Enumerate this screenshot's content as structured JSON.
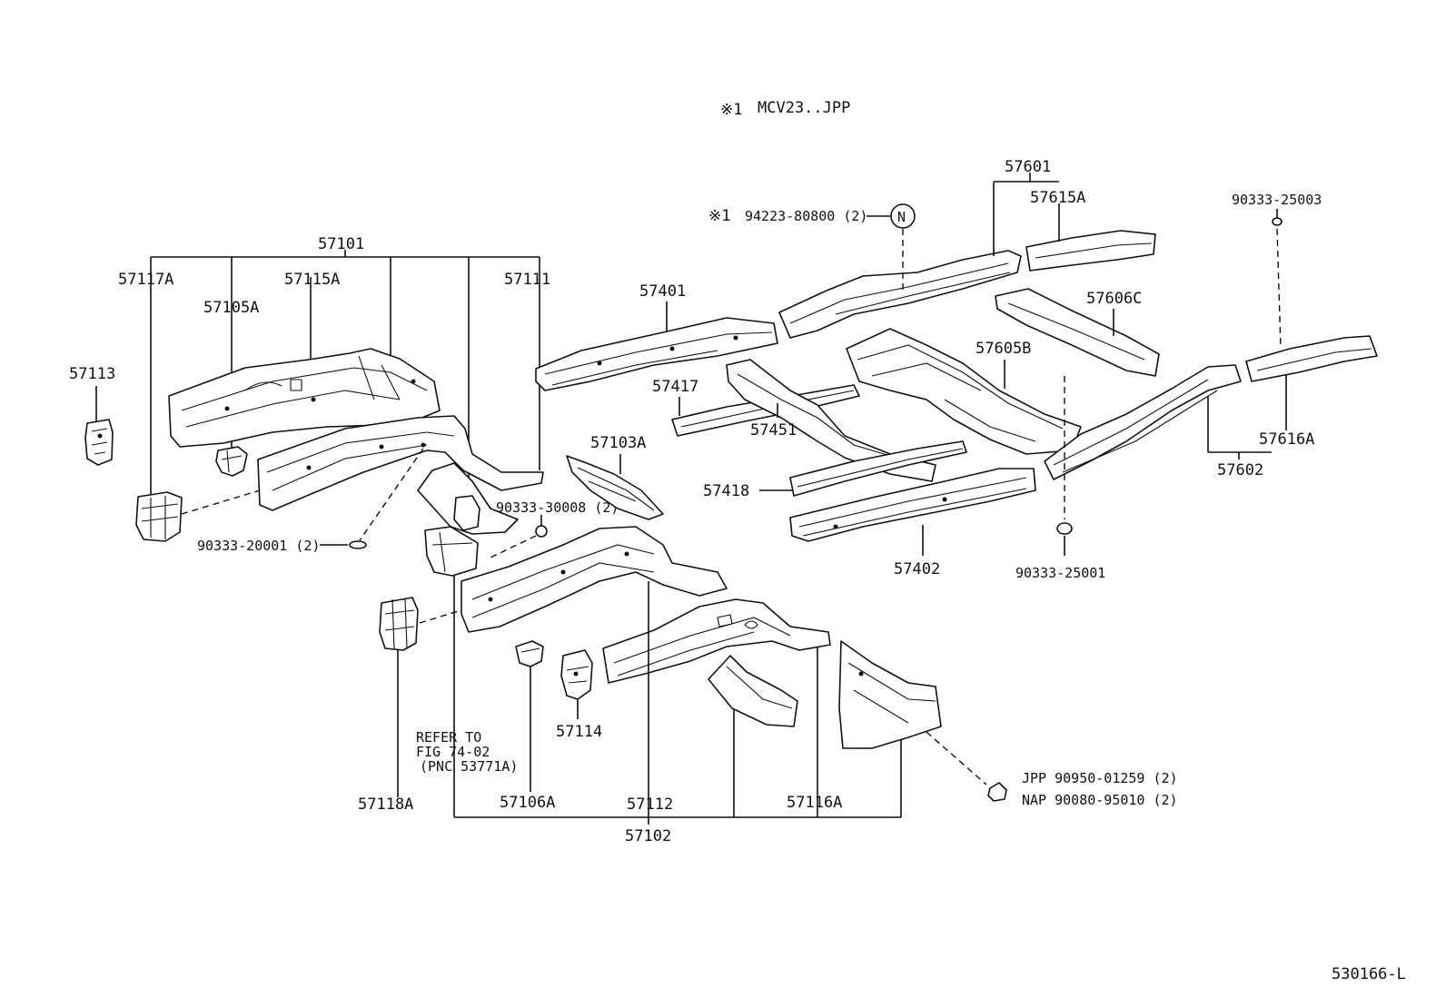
{
  "note": {
    "marker": "※1",
    "text": "MCV23..JPP"
  },
  "callouts": {
    "p57101": "57101",
    "p57117A": "57117A",
    "p57115A": "57115A",
    "p57111": "57111",
    "p57105A": "57105A",
    "p57113": "57113",
    "p90333_20001": "90333-20001 (2)",
    "p90333_30008": "90333-30008 (2)",
    "p57103A": "57103A",
    "p57401": "57401",
    "p57417": "57417",
    "p57451": "57451",
    "p57418": "57418",
    "p57402": "57402",
    "p57601": "57601",
    "p57615A": "57615A",
    "p94223_marker": "※1",
    "p94223": "94223-80800 (2)",
    "n_circle": "N",
    "p90333_25003": "90333-25003",
    "p57606C": "57606C",
    "p57605B": "57605B",
    "p57616A": "57616A",
    "p57602": "57602",
    "p90333_25001": "90333-25001",
    "p57114": "57114",
    "p57118A": "57118A",
    "p57106A": "57106A",
    "p57112": "57112",
    "p57116A": "57116A",
    "p57102": "57102",
    "refer_line1": "REFER TO",
    "refer_line2": "FIG 74-02",
    "refer_line3": "(PNC 53771A)",
    "jpp": "JPP 90950-01259 (2)",
    "nap": "NAP 90080-95010 (2)"
  },
  "diagram_id": "530166-L"
}
